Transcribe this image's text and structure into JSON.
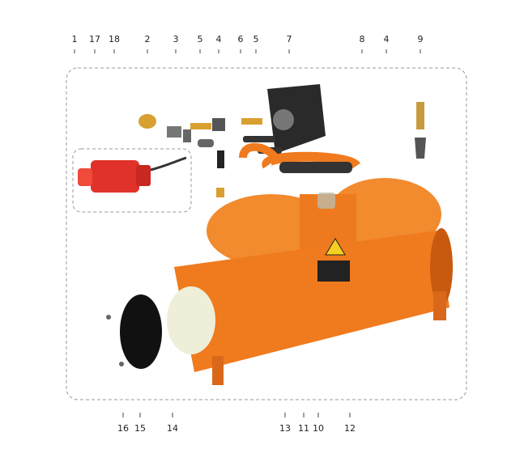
{
  "diagram": {
    "top_labels": [
      "1",
      "17",
      "18",
      "2",
      "3",
      "5",
      "4",
      "6",
      "5",
      "7",
      "8",
      "4",
      "9"
    ],
    "bottom_labels": [
      "16",
      "15",
      "14",
      "13",
      "11",
      "10",
      "12"
    ],
    "colors": {
      "body": "#f07a1e",
      "body_dark": "#c85a10",
      "plug_red": "#e0322a",
      "cover": "#111111",
      "filter": "#efeed8",
      "brass": "#d8a030"
    }
  }
}
